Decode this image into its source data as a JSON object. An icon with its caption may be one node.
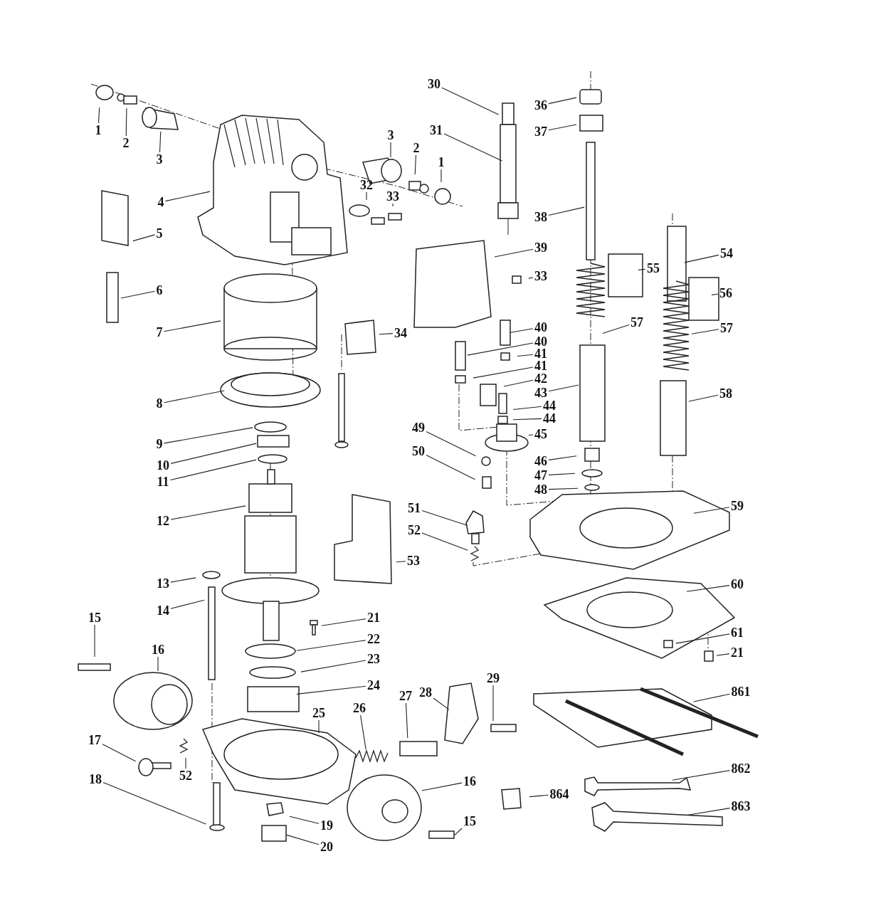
{
  "diagram": {
    "nodes": [
      {
        "text": [
          "1"
        ]
      },
      {
        "text": [
          "2"
        ]
      },
      {
        "text": [
          "3"
        ]
      },
      {
        "text": [
          "4"
        ]
      },
      {
        "text": [
          "5"
        ]
      },
      {
        "text": [
          "6"
        ]
      },
      {
        "text": [
          "7"
        ]
      },
      {
        "text": [
          "8"
        ]
      },
      {
        "text": [
          "9"
        ]
      },
      {
        "text": [
          "10"
        ]
      },
      {
        "text": [
          "11"
        ]
      },
      {
        "text": [
          "12"
        ]
      },
      {
        "text": [
          "13"
        ]
      },
      {
        "text": [
          "14"
        ]
      },
      {
        "text": [
          "15"
        ]
      },
      {
        "text": [
          "16"
        ]
      },
      {
        "text": [
          "17"
        ]
      },
      {
        "text": [
          "18"
        ]
      },
      {
        "text": [
          "52"
        ]
      },
      {
        "text": [
          "19"
        ]
      },
      {
        "text": [
          "20"
        ]
      },
      {
        "text": [
          "21"
        ]
      },
      {
        "text": [
          "22"
        ]
      },
      {
        "text": [
          "23"
        ]
      },
      {
        "text": [
          "24"
        ]
      },
      {
        "text": [
          "25"
        ]
      },
      {
        "text": [
          "26"
        ]
      },
      {
        "text": [
          "27"
        ]
      },
      {
        "text": [
          "28"
        ]
      },
      {
        "text": [
          "29"
        ]
      },
      {
        "text": [
          "16"
        ]
      },
      {
        "text": [
          "15"
        ]
      },
      {
        "text": [
          "30"
        ]
      },
      {
        "text": [
          "31"
        ]
      },
      {
        "text": [
          "3"
        ]
      },
      {
        "text": [
          "2"
        ]
      },
      {
        "text": [
          "1"
        ]
      },
      {
        "text": [
          "32"
        ]
      },
      {
        "text": [
          "33"
        ]
      },
      {
        "text": [
          "36"
        ]
      },
      {
        "text": [
          "37"
        ]
      },
      {
        "text": [
          "38"
        ]
      },
      {
        "text": [
          "39"
        ]
      },
      {
        "text": [
          "33"
        ]
      },
      {
        "text": [
          "55"
        ]
      },
      {
        "text": [
          "54"
        ]
      },
      {
        "text": [
          "56"
        ]
      },
      {
        "text": [
          "34"
        ]
      },
      {
        "text": [
          "40"
        ]
      },
      {
        "text": [
          "40"
        ]
      },
      {
        "text": [
          "41"
        ]
      },
      {
        "text": [
          "41"
        ]
      },
      {
        "text": [
          "42"
        ]
      },
      {
        "text": [
          "43"
        ]
      },
      {
        "text": [
          "44"
        ]
      },
      {
        "text": [
          "44"
        ]
      },
      {
        "text": [
          "45"
        ]
      },
      {
        "text": [
          "57"
        ]
      },
      {
        "text": [
          "57"
        ]
      },
      {
        "text": [
          "58"
        ]
      },
      {
        "text": [
          "49"
        ]
      },
      {
        "text": [
          "50"
        ]
      },
      {
        "text": [
          "46"
        ]
      },
      {
        "text": [
          "47"
        ]
      },
      {
        "text": [
          "48"
        ]
      },
      {
        "text": [
          "59"
        ]
      },
      {
        "text": [
          "51"
        ]
      },
      {
        "text": [
          "52"
        ]
      },
      {
        "text": [
          "53"
        ]
      },
      {
        "text": [
          "60"
        ]
      },
      {
        "text": [
          "61"
        ]
      },
      {
        "text": [
          "21"
        ]
      },
      {
        "text": [
          "861"
        ]
      },
      {
        "text": [
          "862"
        ]
      },
      {
        "text": [
          "863"
        ]
      },
      {
        "text": [
          "864"
        ]
      }
    ],
    "edges": [
      {
        "from": 0,
        "to": null,
        "arrow": "none"
      },
      {
        "from": 1,
        "to": null,
        "arrow": "none"
      },
      {
        "from": 2,
        "to": null,
        "arrow": "none"
      },
      {
        "from": 3,
        "to": null,
        "arrow": "none"
      },
      {
        "from": 4,
        "to": null,
        "arrow": "none"
      },
      {
        "from": 5,
        "to": null,
        "arrow": "none"
      },
      {
        "from": 6,
        "to": null,
        "arrow": "none"
      },
      {
        "from": 7,
        "to": null,
        "arrow": "none"
      },
      {
        "from": 8,
        "to": null,
        "arrow": "none"
      },
      {
        "from": 9,
        "to": null,
        "arrow": "none"
      },
      {
        "from": 10,
        "to": null,
        "arrow": "none"
      },
      {
        "from": 11,
        "to": null,
        "arrow": "none"
      },
      {
        "from": 12,
        "to": null,
        "arrow": "none"
      },
      {
        "from": 13,
        "to": null,
        "arrow": "none"
      },
      {
        "from": 14,
        "to": null,
        "arrow": "none"
      },
      {
        "from": 15,
        "to": null,
        "arrow": "none"
      },
      {
        "from": 16,
        "to": null,
        "arrow": "none"
      },
      {
        "from": 17,
        "to": null,
        "arrow": "none"
      },
      {
        "from": 18,
        "to": null,
        "arrow": "none"
      },
      {
        "from": 19,
        "to": null,
        "arrow": "none"
      },
      {
        "from": 20,
        "to": null,
        "arrow": "none"
      },
      {
        "from": 21,
        "to": null,
        "arrow": "none"
      },
      {
        "from": 22,
        "to": null,
        "arrow": "none"
      },
      {
        "from": 23,
        "to": null,
        "arrow": "none"
      },
      {
        "from": 24,
        "to": null,
        "arrow": "none"
      },
      {
        "from": 25,
        "to": null,
        "arrow": "none"
      },
      {
        "from": 26,
        "to": null,
        "arrow": "none"
      },
      {
        "from": 27,
        "to": null,
        "arrow": "none"
      },
      {
        "from": 28,
        "to": null,
        "arrow": "none"
      },
      {
        "from": 29,
        "to": null,
        "arrow": "none"
      },
      {
        "from": 30,
        "to": null,
        "arrow": "none"
      },
      {
        "from": 31,
        "to": null,
        "arrow": "none"
      },
      {
        "from": 32,
        "to": null,
        "arrow": "none"
      },
      {
        "from": 33,
        "to": null,
        "arrow": "none"
      },
      {
        "from": 34,
        "to": null,
        "arrow": "none"
      },
      {
        "from": 35,
        "to": null,
        "arrow": "none"
      },
      {
        "from": 36,
        "to": null,
        "arrow": "none"
      },
      {
        "from": 37,
        "to": null,
        "arrow": "none"
      },
      {
        "from": 38,
        "to": null,
        "arrow": "none"
      },
      {
        "from": 39,
        "to": null,
        "arrow": "none"
      },
      {
        "from": 40,
        "to": null,
        "arrow": "none"
      },
      {
        "from": 41,
        "to": null,
        "arrow": "none"
      },
      {
        "from": 42,
        "to": null,
        "arrow": "none"
      },
      {
        "from": 43,
        "to": null,
        "arrow": "none"
      },
      {
        "from": 44,
        "to": null,
        "arrow": "none"
      },
      {
        "from": 45,
        "to": null,
        "arrow": "none"
      },
      {
        "from": 46,
        "to": null,
        "arrow": "none"
      },
      {
        "from": 47,
        "to": null,
        "arrow": "none"
      },
      {
        "from": 48,
        "to": null,
        "arrow": "none"
      },
      {
        "from": 49,
        "to": null,
        "arrow": "none"
      },
      {
        "from": 50,
        "to": null,
        "arrow": "none"
      },
      {
        "from": 51,
        "to": null,
        "arrow": "none"
      },
      {
        "from": 52,
        "to": null,
        "arrow": "none"
      },
      {
        "from": 53,
        "to": null,
        "arrow": "none"
      },
      {
        "from": 54,
        "to": null,
        "arrow": "none"
      },
      {
        "from": 55,
        "to": null,
        "arrow": "none"
      },
      {
        "from": 56,
        "to": null,
        "arrow": "none"
      },
      {
        "from": 57,
        "to": null,
        "arrow": "none"
      },
      {
        "from": 58,
        "to": null,
        "arrow": "none"
      },
      {
        "from": 59,
        "to": null,
        "arrow": "none"
      },
      {
        "from": 60,
        "to": null,
        "arrow": "none"
      },
      {
        "from": 61,
        "to": null,
        "arrow": "none"
      },
      {
        "from": 62,
        "to": null,
        "arrow": "none"
      },
      {
        "from": 63,
        "to": null,
        "arrow": "none"
      },
      {
        "from": 64,
        "to": null,
        "arrow": "none"
      },
      {
        "from": 65,
        "to": null,
        "arrow": "none"
      },
      {
        "from": 66,
        "to": null,
        "arrow": "none"
      },
      {
        "from": 67,
        "to": null,
        "arrow": "none"
      },
      {
        "from": 68,
        "to": null,
        "arrow": "none"
      },
      {
        "from": 69,
        "to": null,
        "arrow": "none"
      },
      {
        "from": 70,
        "to": null,
        "arrow": "none"
      },
      {
        "from": 71,
        "to": null,
        "arrow": "none"
      },
      {
        "from": 72,
        "to": null,
        "arrow": "none"
      },
      {
        "from": 73,
        "to": null,
        "arrow": "none"
      },
      {
        "from": 74,
        "to": null,
        "arrow": "none"
      },
      {
        "from": 75,
        "to": null,
        "arrow": "none"
      }
    ]
  }
}
